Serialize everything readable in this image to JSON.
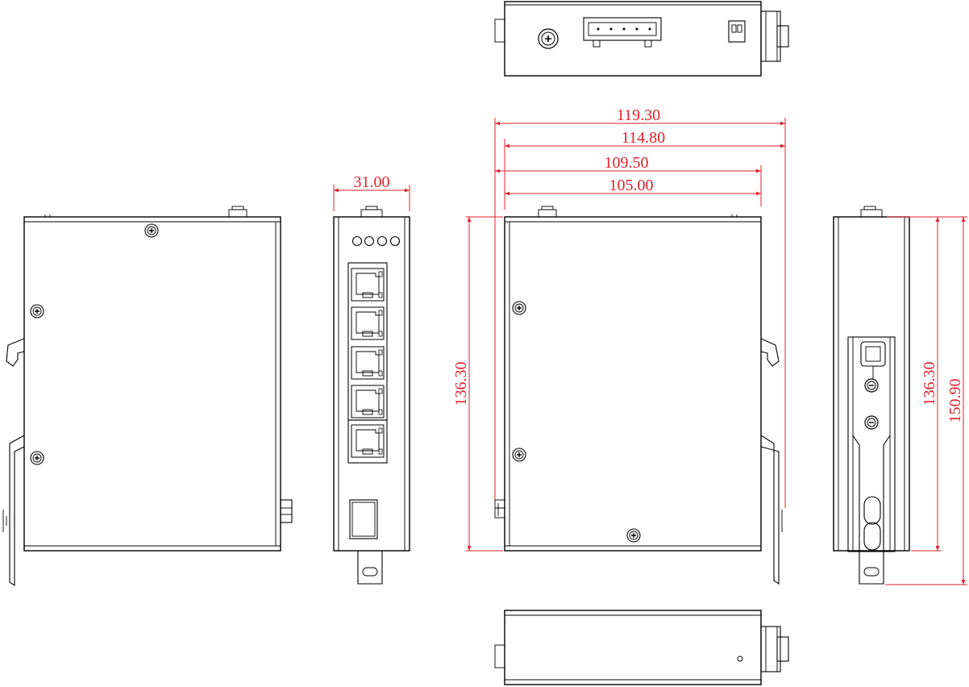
{
  "dimensions": {
    "overall_width": "119.30",
    "width_with_connector": "114.80",
    "width_with_bracket": "109.50",
    "body_width": "105.00",
    "depth": "31.00",
    "height_body_left": "136.30",
    "height_body_right": "136.30",
    "height_overall": "150.90"
  },
  "colors": {
    "dimension": "#e0202a",
    "outline": "#000000"
  }
}
